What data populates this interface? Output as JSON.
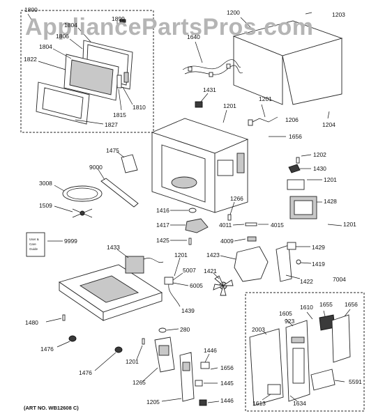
{
  "watermark": "AppliancePartsPros.com",
  "art_number": "(ART NO. WB12608 C)",
  "manual_label": [
    "User &",
    "Care",
    "Guide"
  ],
  "callouts": {
    "p1800": "1800",
    "p1899": "1899",
    "p1804a": "1804",
    "p1806": "1806",
    "p1804b": "1804",
    "p1822": "1822",
    "p1810": "1810",
    "p1815": "1815",
    "p1827": "1827",
    "p1200": "1200",
    "p1203": "1203",
    "p1640": "1640",
    "p1204": "1204",
    "p1431": "1431",
    "p1201a": "1201",
    "p1201b": "1201",
    "p1206": "1206",
    "p1656a": "1656",
    "p1475": "1475",
    "p9000": "9000",
    "p3008": "3008",
    "p1509": "1509",
    "p1202": "1202",
    "p1430": "1430",
    "p1201c": "1201",
    "p1428": "1428",
    "p1266": "1266",
    "p1416": "1416",
    "p4011": "4011",
    "p4015": "4015",
    "p1201d": "1201",
    "p1417": "1417",
    "p9999": "9999",
    "p1425": "1425",
    "p4009": "4009",
    "p1433": "1433",
    "p1201e": "1201",
    "p1423": "1423",
    "p1429": "1429",
    "p1419": "1419",
    "p5007": "5007",
    "p6005": "6005",
    "p1421": "1421",
    "p1422": "1422",
    "p7004": "7004",
    "p1439": "1439",
    "p1610": "1610",
    "p1655": "1655",
    "p1656b": "1656",
    "p1605": "1605",
    "p923": "923",
    "p2003": "2003",
    "p1480": "1480",
    "p280": "280",
    "p1476a": "1476",
    "p1476b": "1476",
    "p1201f": "1201",
    "p1446a": "1446",
    "p1656c": "1656",
    "p1445": "1445",
    "p5591": "5591",
    "p1265": "1265",
    "p1205": "1205",
    "p1446b": "1446",
    "p1613": "1613",
    "p1634": "1634"
  }
}
